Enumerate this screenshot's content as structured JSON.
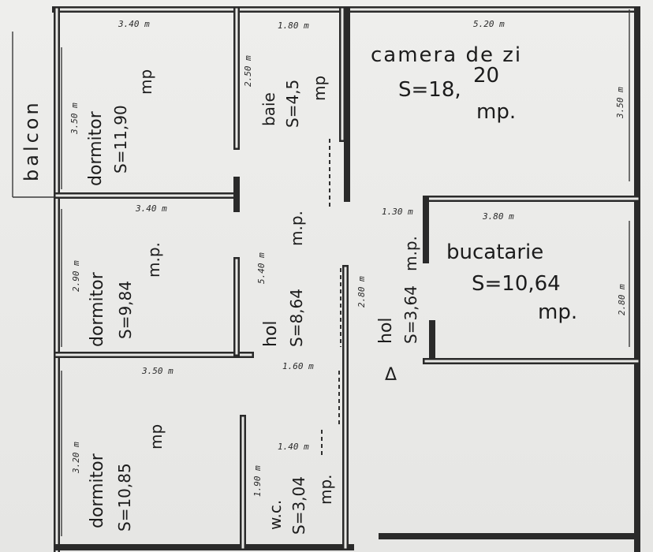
{
  "plan": {
    "balcony": "balcon",
    "rooms": {
      "dormitor1": {
        "name": "dormitor",
        "area": "S=11,90",
        "unit": "mp",
        "dim_top": "3.40 m",
        "dim_side": "3.50 m"
      },
      "baie": {
        "name": "baie",
        "area": "S=4,5",
        "unit": "mp",
        "dim_top": "1.80 m",
        "dim_side": "2.50 m"
      },
      "camera": {
        "name": "camera de zi",
        "area_prefix": "S=18,",
        "area_sup": "20",
        "unit": "mp.",
        "dim_top": "5.20 m",
        "dim_side": "3.50 m"
      },
      "dormitor2": {
        "name": "dormitor",
        "area": "S=9,84",
        "unit": "m.p.",
        "dim_top": "3.40 m",
        "dim_side": "2.90 m"
      },
      "hol1": {
        "name": "hol",
        "area": "S=8,64",
        "unit": "m.p.",
        "dim_side": "5.40 m",
        "dim_bottom": "1.60 m"
      },
      "hol2": {
        "name": "hol",
        "area": "S=3,64",
        "unit": "m.p.",
        "dim_side": "2.80 m",
        "dim_top": "1.30 m"
      },
      "bucatarie": {
        "name": "bucatarie",
        "area": "S=10,64",
        "unit": "mp.",
        "dim_top": "3.80 m",
        "dim_side": "2.80 m"
      },
      "dormitor3": {
        "name": "dormitor",
        "area": "S=10,85",
        "unit": "mp",
        "dim_top": "3.50 m",
        "dim_side": "3.20 m"
      },
      "wc": {
        "name": "w.c.",
        "area": "S=3,04",
        "unit": "mp.",
        "dim_top": "1.40 m",
        "dim_side": "1.90 m"
      }
    },
    "entry_marker": "Δ"
  }
}
